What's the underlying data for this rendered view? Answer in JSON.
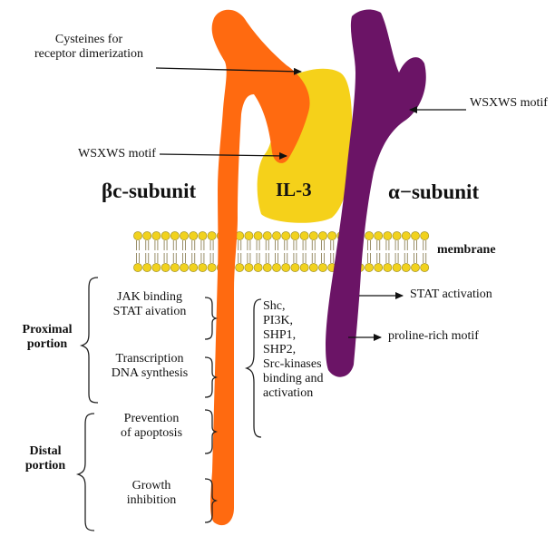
{
  "colors": {
    "beta_subunit": "#FF6A10",
    "alpha_subunit": "#6B1466",
    "il3": "#F5D11A",
    "membrane_head": "#F1D21E",
    "membrane_tail": "#9A8F6A",
    "text": "#111111"
  },
  "labels": {
    "cysteines": [
      "Cysteines for",
      "receptor dimerization"
    ],
    "wsxws_right": "WSXWS motif",
    "wsxws_left": "WSXWS motif",
    "beta_subunit": "βc-subunit",
    "il3": "IL-3",
    "alpha_subunit": "α−subunit",
    "membrane": "membrane",
    "stat_activation": "STAT activation",
    "proline_motif": "proline-rich motif",
    "jak": [
      "JAK binding",
      "STAT aivation"
    ],
    "transcription": [
      "Transcription",
      "DNA synthesis"
    ],
    "prevention": [
      "Prevention",
      "of apoptosis"
    ],
    "growth": [
      "Growth",
      "inhibition"
    ],
    "proximal": [
      "Proximal",
      "portion"
    ],
    "distal": [
      "Distal",
      "portion"
    ],
    "signaling": [
      "Shc,",
      "PI3K,",
      "SHP1,",
      "SHP2,",
      "Src-kinases",
      "binding and",
      "activation"
    ]
  }
}
